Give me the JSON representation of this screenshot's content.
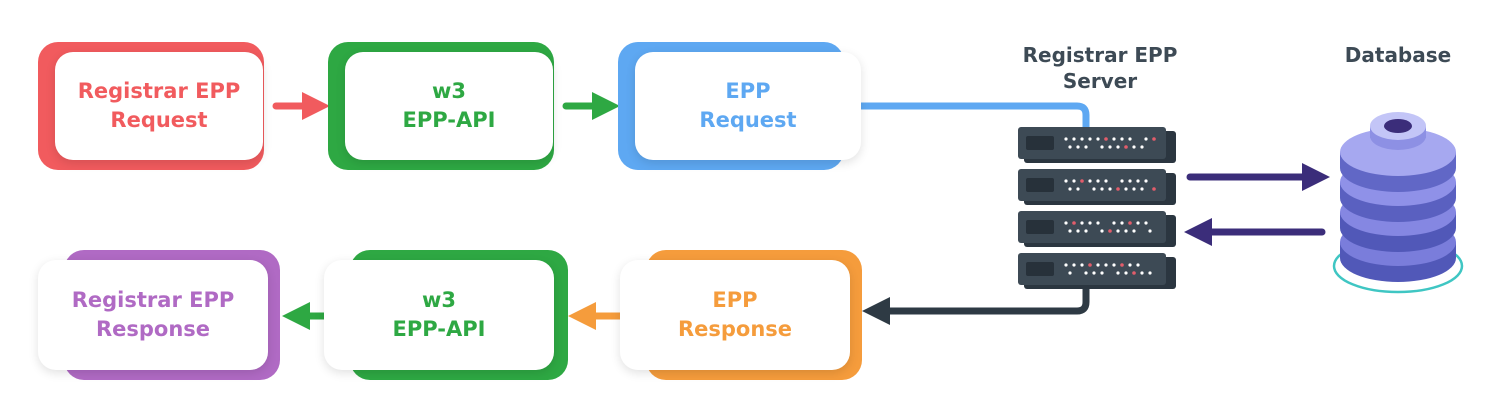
{
  "colors": {
    "red": "#f15b5e",
    "green": "#2ea843",
    "blue": "#5ea8f2",
    "orange": "#f59c3c",
    "purple": "#b06ac4",
    "dark": "#2e3a44",
    "navy": "#3b2d7a",
    "server": "#3d4a55",
    "database": "#7a7ddb"
  },
  "request_row": {
    "registrar_request": {
      "line1": "Registrar EPP",
      "line2": "Request"
    },
    "w3_api": {
      "line1": "w3",
      "line2": "EPP-API"
    },
    "epp_request": {
      "line1": "EPP",
      "line2": "Request"
    }
  },
  "response_row": {
    "registrar_response": {
      "line1": "Registrar EPP",
      "line2": "Response"
    },
    "w3_api": {
      "line1": "w3",
      "line2": "EPP-API"
    },
    "epp_response": {
      "line1": "EPP",
      "line2": "Response"
    }
  },
  "server": {
    "label_line1": "Registrar EPP",
    "label_line2": "Server",
    "icon": "server-rack-icon"
  },
  "database": {
    "label": "Database",
    "icon": "database-icon"
  }
}
